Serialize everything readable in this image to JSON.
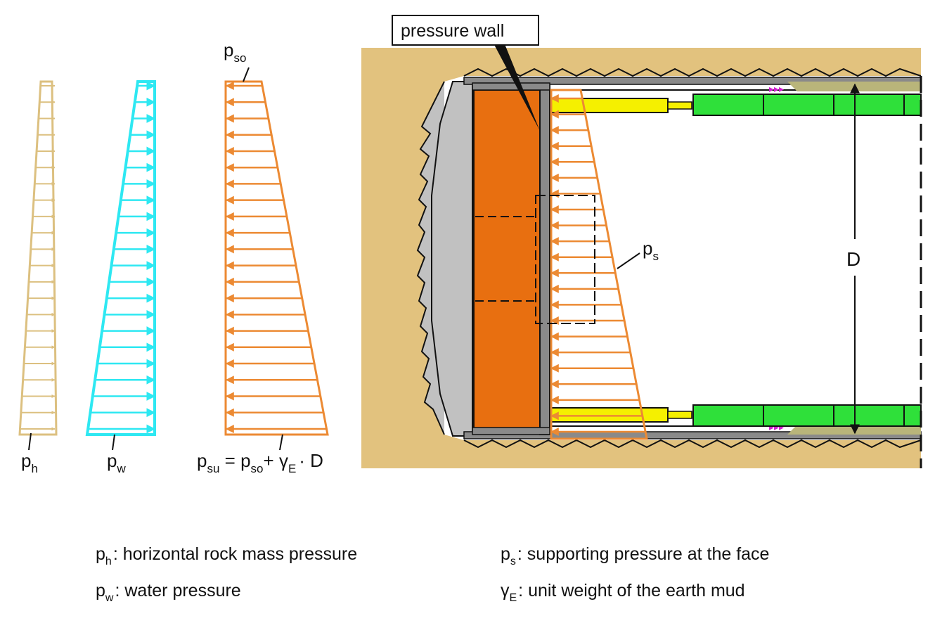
{
  "callout": {
    "label": "pressure wall"
  },
  "diagrams": {
    "ph": {
      "symbol": "p",
      "sub": "h"
    },
    "pw": {
      "symbol": "p",
      "sub": "w"
    },
    "pso": {
      "symbol": "p",
      "sub": "so"
    },
    "psu": {
      "p1": "p",
      "s1": "su",
      "eq": " = ",
      "p2": "p",
      "s2": "so",
      "plus": "+ ",
      "gamma": "γ",
      "s3": "E",
      "tail": "· D"
    },
    "ps": {
      "symbol": "p",
      "sub": "s"
    },
    "D": "D"
  },
  "legend": [
    {
      "symbol": "p",
      "sub": "h",
      "text": ":  horizontal rock mass pressure"
    },
    {
      "symbol": "p",
      "sub": "w",
      "text": ":  water pressure"
    },
    {
      "symbol": "p",
      "sub": "s",
      "text": ":  supporting pressure at the face"
    },
    {
      "symbol": "γ",
      "sub": "E",
      "text": ":  unit weight of the earth mud"
    }
  ],
  "colors": {
    "rock_mass": "#e2c27e",
    "water": "#2ee8f2",
    "support": "#ec8a33",
    "chamber": "#e86f10",
    "cutter": "#c1c1c1",
    "jack": "#f5f000",
    "segment": "#2fe03a",
    "steel": "#8a8a8a"
  }
}
